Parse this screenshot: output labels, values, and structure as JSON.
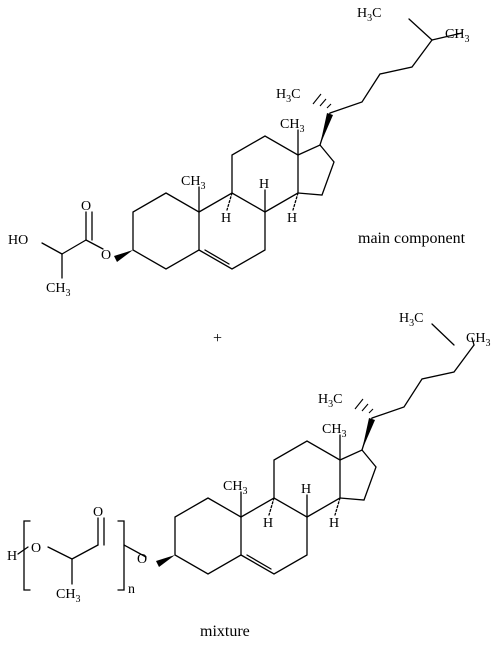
{
  "labels": {
    "main_component": "main component",
    "plus": "+",
    "mixture": "mixture"
  },
  "atoms": {
    "oxygen": "O",
    "hydrogen": "H",
    "carbon": "C",
    "methyl_sub": "3",
    "hydroxyl": "HO",
    "methyl_prefix": "CH",
    "methyl_suffix_c": "H",
    "repeat_index": "n"
  }
}
